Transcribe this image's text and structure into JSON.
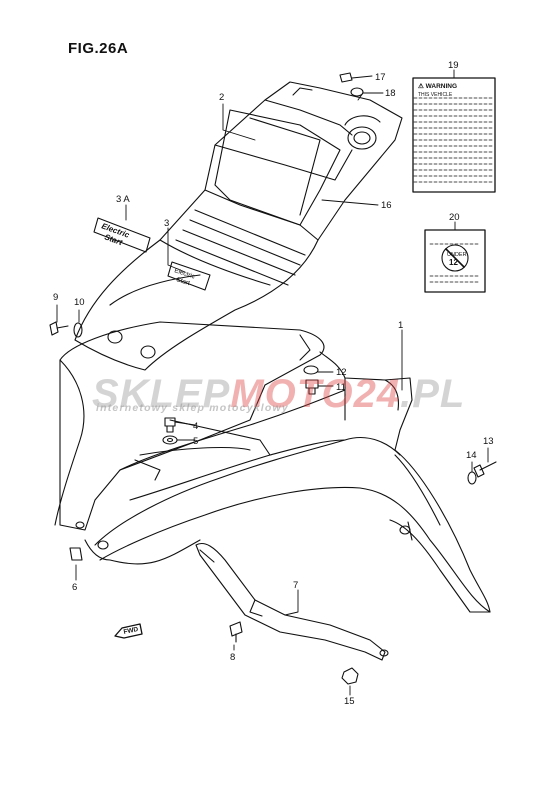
{
  "figure": {
    "title": "FIG.26A"
  },
  "watermark": {
    "prefix": "SKLEP",
    "highlight": "MOTO24",
    "suffix": ".PL",
    "tagline": "internetowy sklep motocyklowy"
  },
  "callouts": [
    {
      "number": "1"
    },
    {
      "number": "2"
    },
    {
      "number": "3"
    },
    {
      "number": "3 A"
    },
    {
      "number": "4"
    },
    {
      "number": "5"
    },
    {
      "number": "6"
    },
    {
      "number": "7"
    },
    {
      "number": "8"
    },
    {
      "number": "9"
    },
    {
      "number": "10"
    },
    {
      "number": "11"
    },
    {
      "number": "12"
    },
    {
      "number": "13"
    },
    {
      "number": "14"
    },
    {
      "number": "15"
    },
    {
      "number": "16"
    },
    {
      "number": "17"
    },
    {
      "number": "18"
    },
    {
      "number": "19"
    },
    {
      "number": "20"
    }
  ],
  "labels": {
    "warning_header": "⚠ WARNING",
    "warning_subheader": "THIS VEHICLE",
    "under_age": "UNDER",
    "under_age_number": "12",
    "fwd": "FWD",
    "emblem_line1": "Electric",
    "emblem_line2": "Start"
  },
  "colors": {
    "line": "#111111",
    "background": "#ffffff"
  }
}
